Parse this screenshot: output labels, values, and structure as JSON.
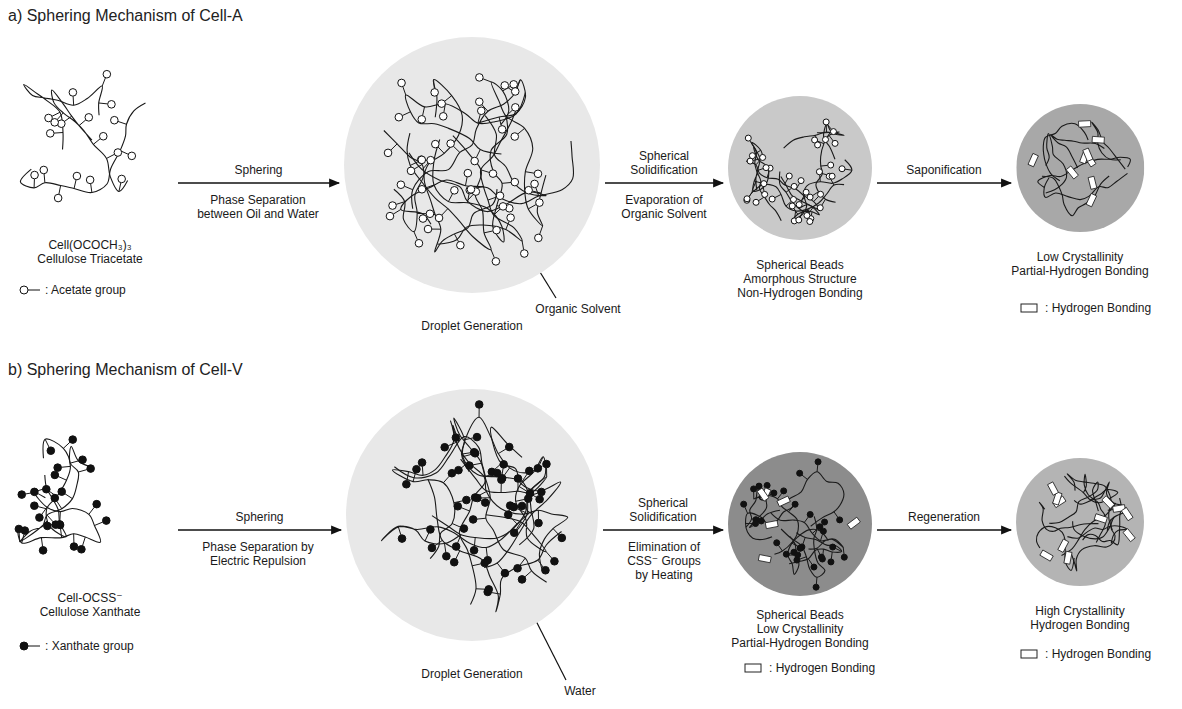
{
  "diagram": {
    "nodes": [
      {
        "text": [
          "Cell(OCOCH₃)₃",
          "Cellulose Triacetate"
        ]
      },
      {
        "text": [
          "Droplet Generation"
        ]
      },
      {
        "text": [
          "Spherical Beads",
          "Amorphous Structure",
          "Non-Hydrogen Bonding"
        ]
      },
      {
        "text": [
          "Low Crystallinity",
          "Partial-Hydrogen Bonding"
        ]
      },
      {
        "text": [
          "Cell-OCSS⁻",
          "Cellulose Xanthate"
        ]
      },
      {
        "text": [
          "Droplet Generation"
        ]
      },
      {
        "text": [
          "Spherical Beads",
          "Low Crystallinity",
          "Partial-Hydrogen Bonding"
        ]
      },
      {
        "text": [
          "High Crystallinity",
          "Hydrogen Bonding"
        ]
      }
    ],
    "edges": [
      {
        "from": 0,
        "to": 1,
        "arrow": "to",
        "label": "Sphering"
      },
      {
        "from": 1,
        "to": 2,
        "arrow": "to",
        "label": "Spherical Solidification"
      },
      {
        "from": 2,
        "to": 3,
        "arrow": "to",
        "label": "Saponification"
      },
      {
        "from": 4,
        "to": 5,
        "arrow": "to",
        "label": "Sphering"
      },
      {
        "from": 5,
        "to": 6,
        "arrow": "to",
        "label": "Spherical Solidification"
      },
      {
        "from": 6,
        "to": 7,
        "arrow": "to",
        "label": "Regeneration"
      }
    ],
    "labels": [
      "a) Sphering Mechanism of Cell-A",
      "Phase Separation between Oil and Water",
      "Organic Solvent",
      "Evaporation of Organic Solvent",
      "b) Sphering Mechanism of Cell-V",
      "Phase Separation by Electric Repulsion",
      "Water",
      "Elimination of CSS⁻ Groups by Heating"
    ],
    "legend": [
      {
        "text": ": Acetate group"
      },
      {
        "text": ": Hydrogen Bonding"
      },
      {
        "text": ": Xanthate group"
      },
      {
        "text": ": Hydrogen Bonding"
      },
      {
        "text": ": Hydrogen Bonding"
      }
    ]
  }
}
